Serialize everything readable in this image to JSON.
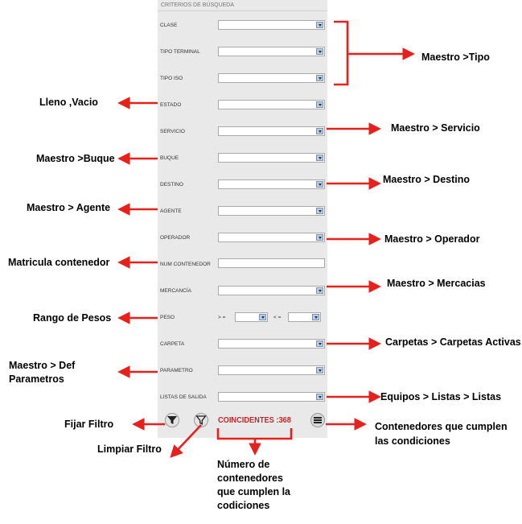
{
  "panel": {
    "title": "CRITERIOS DE BÚSQUEDA",
    "fields": {
      "clase": "CLASE",
      "tipo_terminal": "TIPO TERMINAL",
      "tipo_iso": "TIPO ISO",
      "estado": "ESTADO",
      "servicio": "SERVICIO",
      "buque": "BUQUE",
      "destino": "DESTINO",
      "agente": "AGENTE",
      "operador": "OPERADOR",
      "num_contenedor": "NUM CONTENEDOR",
      "mercancia": "MERCANCÍA",
      "peso": "PESO",
      "carpeta": "CARPETA",
      "parametro": "PARAMETRO",
      "listas_salida": "LISTAS DE SALIDA"
    },
    "peso_ops": {
      "gte": "> =",
      "lte": "< ="
    },
    "coincidentes": "COINCIDENTES :368"
  },
  "annotations": {
    "maestro_tipo": "Maestro >Tipo",
    "lleno_vacio": "Lleno ,Vacio",
    "maestro_servicio": "Maestro > Servicio",
    "maestro_buque": "Maestro >Buque",
    "maestro_destino": "Maestro > Destino",
    "maestro_agente": "Maestro > Agente",
    "maestro_operador": "Maestro > Operador",
    "matricula": "Matricula contenedor",
    "maestro_mercancias": "Maestro > Mercacias",
    "rango_pesos": "Rango de Pesos",
    "carpetas": "Carpetas > Carpetas Activas",
    "def_param_1": "Maestro > Def",
    "def_param_2": "Parametros",
    "equipos_listas": "Equipos > Listas > Listas",
    "fijar_filtro": "Fijar Filtro",
    "limpiar_filtro": "Limpiar Filtro",
    "contenedores_1": "Contenedores que cumplen",
    "contenedores_2": "las condiciones",
    "numero_1": "Número de",
    "numero_2": "contenedores",
    "numero_3": "que cumplen la",
    "numero_4": "codiciones"
  },
  "colors": {
    "annotation_arrow": "#e8201c",
    "coincidentes_text": "#c0282d",
    "panel_bg": "#e9e9e9"
  }
}
